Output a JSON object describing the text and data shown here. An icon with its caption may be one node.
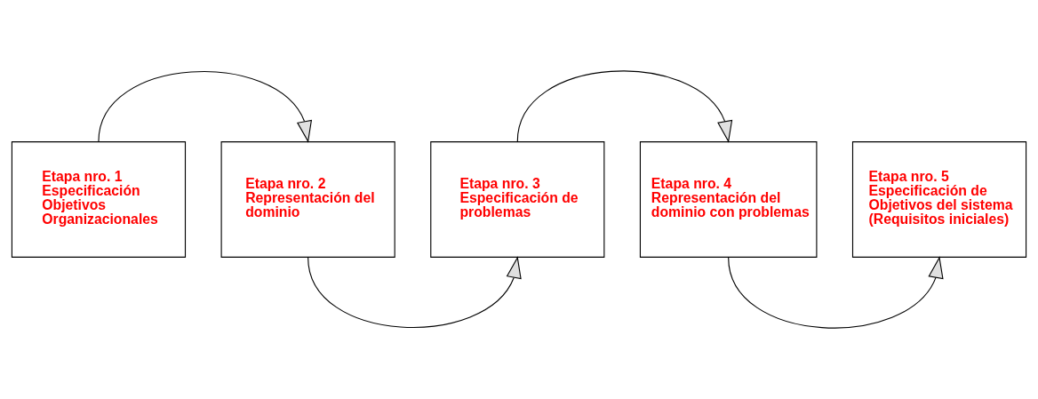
{
  "diagram": {
    "nodes": [
      {
        "text": [
          "Etapa nro. 1",
          "Especificación Objetivos Organizacionales"
        ]
      },
      {
        "text": [
          "Etapa nro. 2",
          "Representación del dominio"
        ]
      },
      {
        "text": [
          "Etapa nro. 3",
          "Especificación de problemas"
        ]
      },
      {
        "text": [
          "Etapa nro. 4",
          "Representación del dominio con problemas"
        ]
      },
      {
        "text": [
          "Etapa nro. 5",
          "Especificación de Objetivos del sistema (Requisitos iniciales)"
        ]
      }
    ],
    "edges": [
      {
        "from": 0,
        "to": 1,
        "arrow": "to"
      },
      {
        "from": 1,
        "to": 2,
        "arrow": "to"
      },
      {
        "from": 2,
        "to": 3,
        "arrow": "to"
      },
      {
        "from": 3,
        "to": 4,
        "arrow": "to"
      }
    ]
  }
}
